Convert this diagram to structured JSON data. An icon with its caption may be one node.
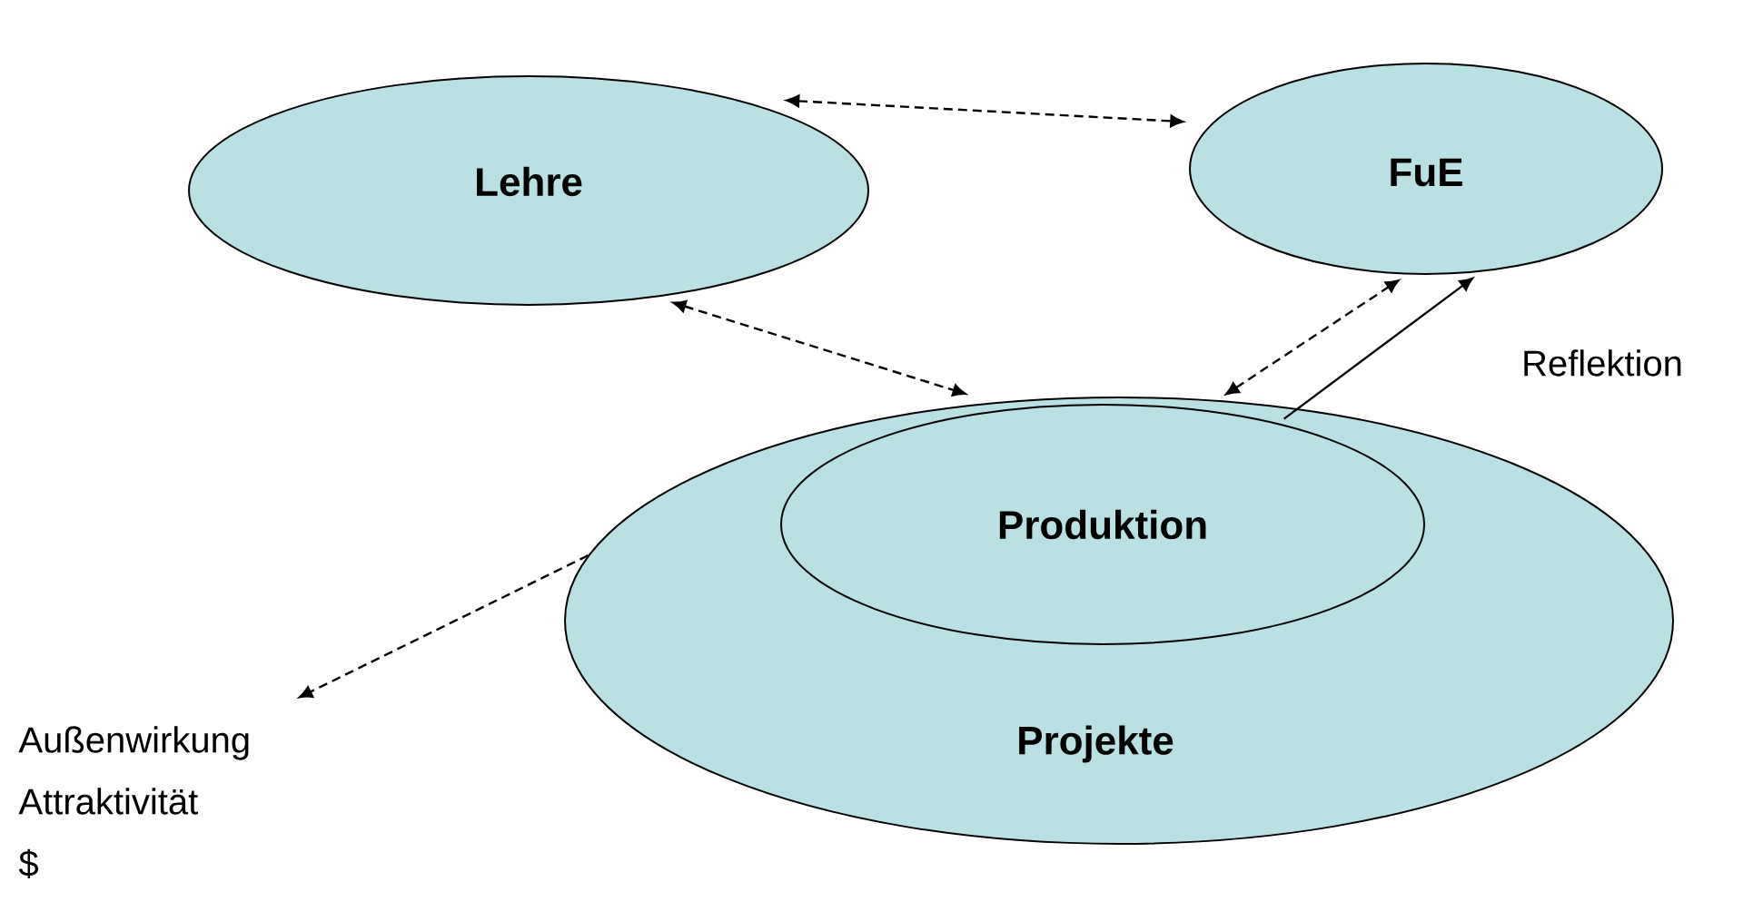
{
  "diagram": {
    "nodes": [
      {
        "text": [
          "Lehre"
        ]
      },
      {
        "text": [
          "FuE"
        ]
      },
      {
        "text": [
          "Projekte"
        ]
      },
      {
        "text": [
          "Produktion"
        ],
        "in": 2
      },
      {
        "text": [
          "Außenwirkung",
          "Attraktivität",
          "$"
        ]
      }
    ],
    "edges": [
      {
        "from": 0,
        "to": 1,
        "arrow": "both",
        "style": "dashed"
      },
      {
        "from": 0,
        "to": 2,
        "arrow": "both",
        "style": "dashed"
      },
      {
        "from": 2,
        "to": 1,
        "arrow": "both",
        "style": "dashed"
      },
      {
        "from": 3,
        "to": 1,
        "arrow": "to",
        "label": "Reflektion"
      },
      {
        "from": 2,
        "to": 4,
        "arrow": "to",
        "style": "dashed"
      }
    ]
  }
}
